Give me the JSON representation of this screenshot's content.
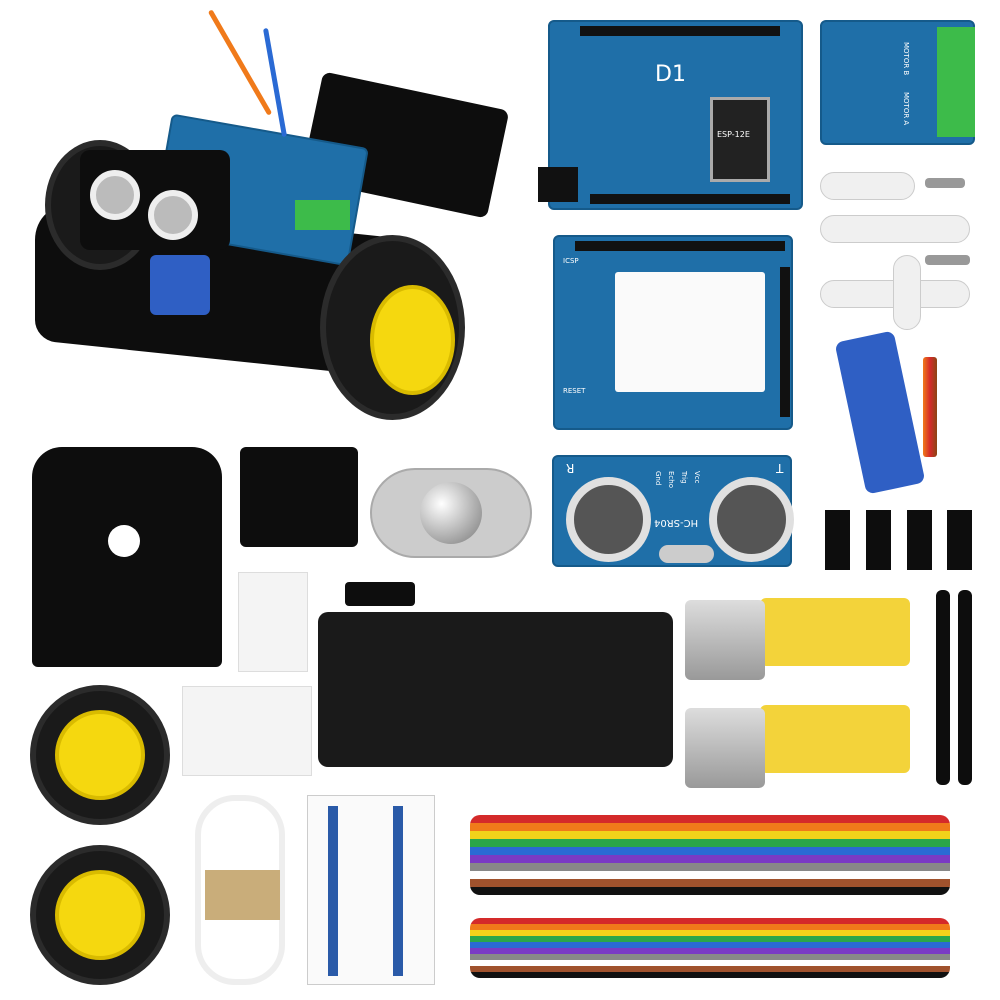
{
  "boards": {
    "d1_label": "D1",
    "esp_label": "ESP-12E",
    "reset_label": "RESET",
    "proto_label": "ICSP",
    "motor_a": "MOTOR A",
    "motor_b": "MOTOR B"
  },
  "sensor": {
    "model": "HC-SR04",
    "left": "R",
    "right": "T",
    "pins": [
      "Gnd",
      "Echo",
      "Trig",
      "Vcc"
    ]
  },
  "wire_colors": [
    "#d42a2a",
    "#f07a1a",
    "#f2d21a",
    "#2aa64a",
    "#2a6ad4",
    "#7a3ac4",
    "#888888",
    "#ffffff",
    "#a0522d",
    "#111111"
  ]
}
